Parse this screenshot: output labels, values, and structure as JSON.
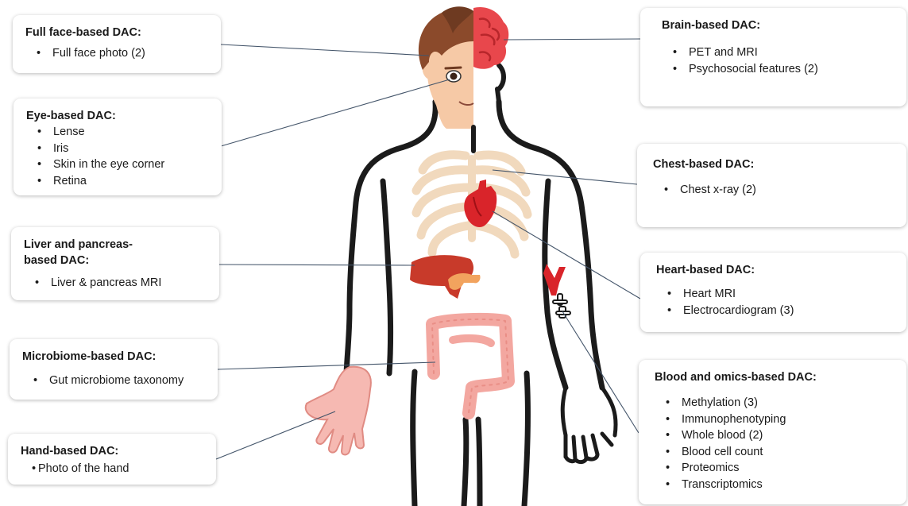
{
  "cards": {
    "full_face": {
      "title": "Full face-based DAC:",
      "items": [
        "Full face photo (2)"
      ]
    },
    "eye": {
      "title": "Eye-based DAC:",
      "items": [
        "Lense",
        "Iris",
        "Skin in the eye corner",
        "Retina"
      ]
    },
    "liver": {
      "title": "Liver and pancreas-based DAC:",
      "title_line1": "Liver and pancreas-",
      "title_line2": "based DAC:",
      "items": [
        "Liver & pancreas MRI"
      ]
    },
    "microbiome": {
      "title": "Microbiome-based DAC:",
      "items": [
        "Gut microbiome taxonomy"
      ]
    },
    "hand": {
      "title": "Hand-based DAC:",
      "items": [
        "Photo of the hand"
      ]
    },
    "brain": {
      "title": "Brain-based DAC:",
      "items": [
        "PET and MRI",
        "Psychosocial features (2)"
      ]
    },
    "chest": {
      "title": "Chest-based DAC:",
      "items": [
        "Chest x-ray (2)"
      ]
    },
    "heart": {
      "title": "Heart-based DAC:",
      "items": [
        "Heart MRI",
        "Electrocardiogram (3)"
      ]
    },
    "blood": {
      "title": "Blood and omics-based DAC:",
      "items": [
        "Methylation (3)",
        "Immunophenotyping",
        "Whole blood (2)",
        "Blood cell count",
        "Proteomics",
        "Transcriptomics"
      ]
    }
  },
  "colors": {
    "hair": "#8b4a2b",
    "skin": "#f6c9a6",
    "brain": "#e8474c",
    "ribs": "#f3dcc2",
    "heart": "#d9242a",
    "liver": "#c83a2a",
    "pancreas": "#f2a35e",
    "intestine": "#f3a7a0",
    "outline": "#1b1b1b",
    "connector": "#44556a"
  }
}
